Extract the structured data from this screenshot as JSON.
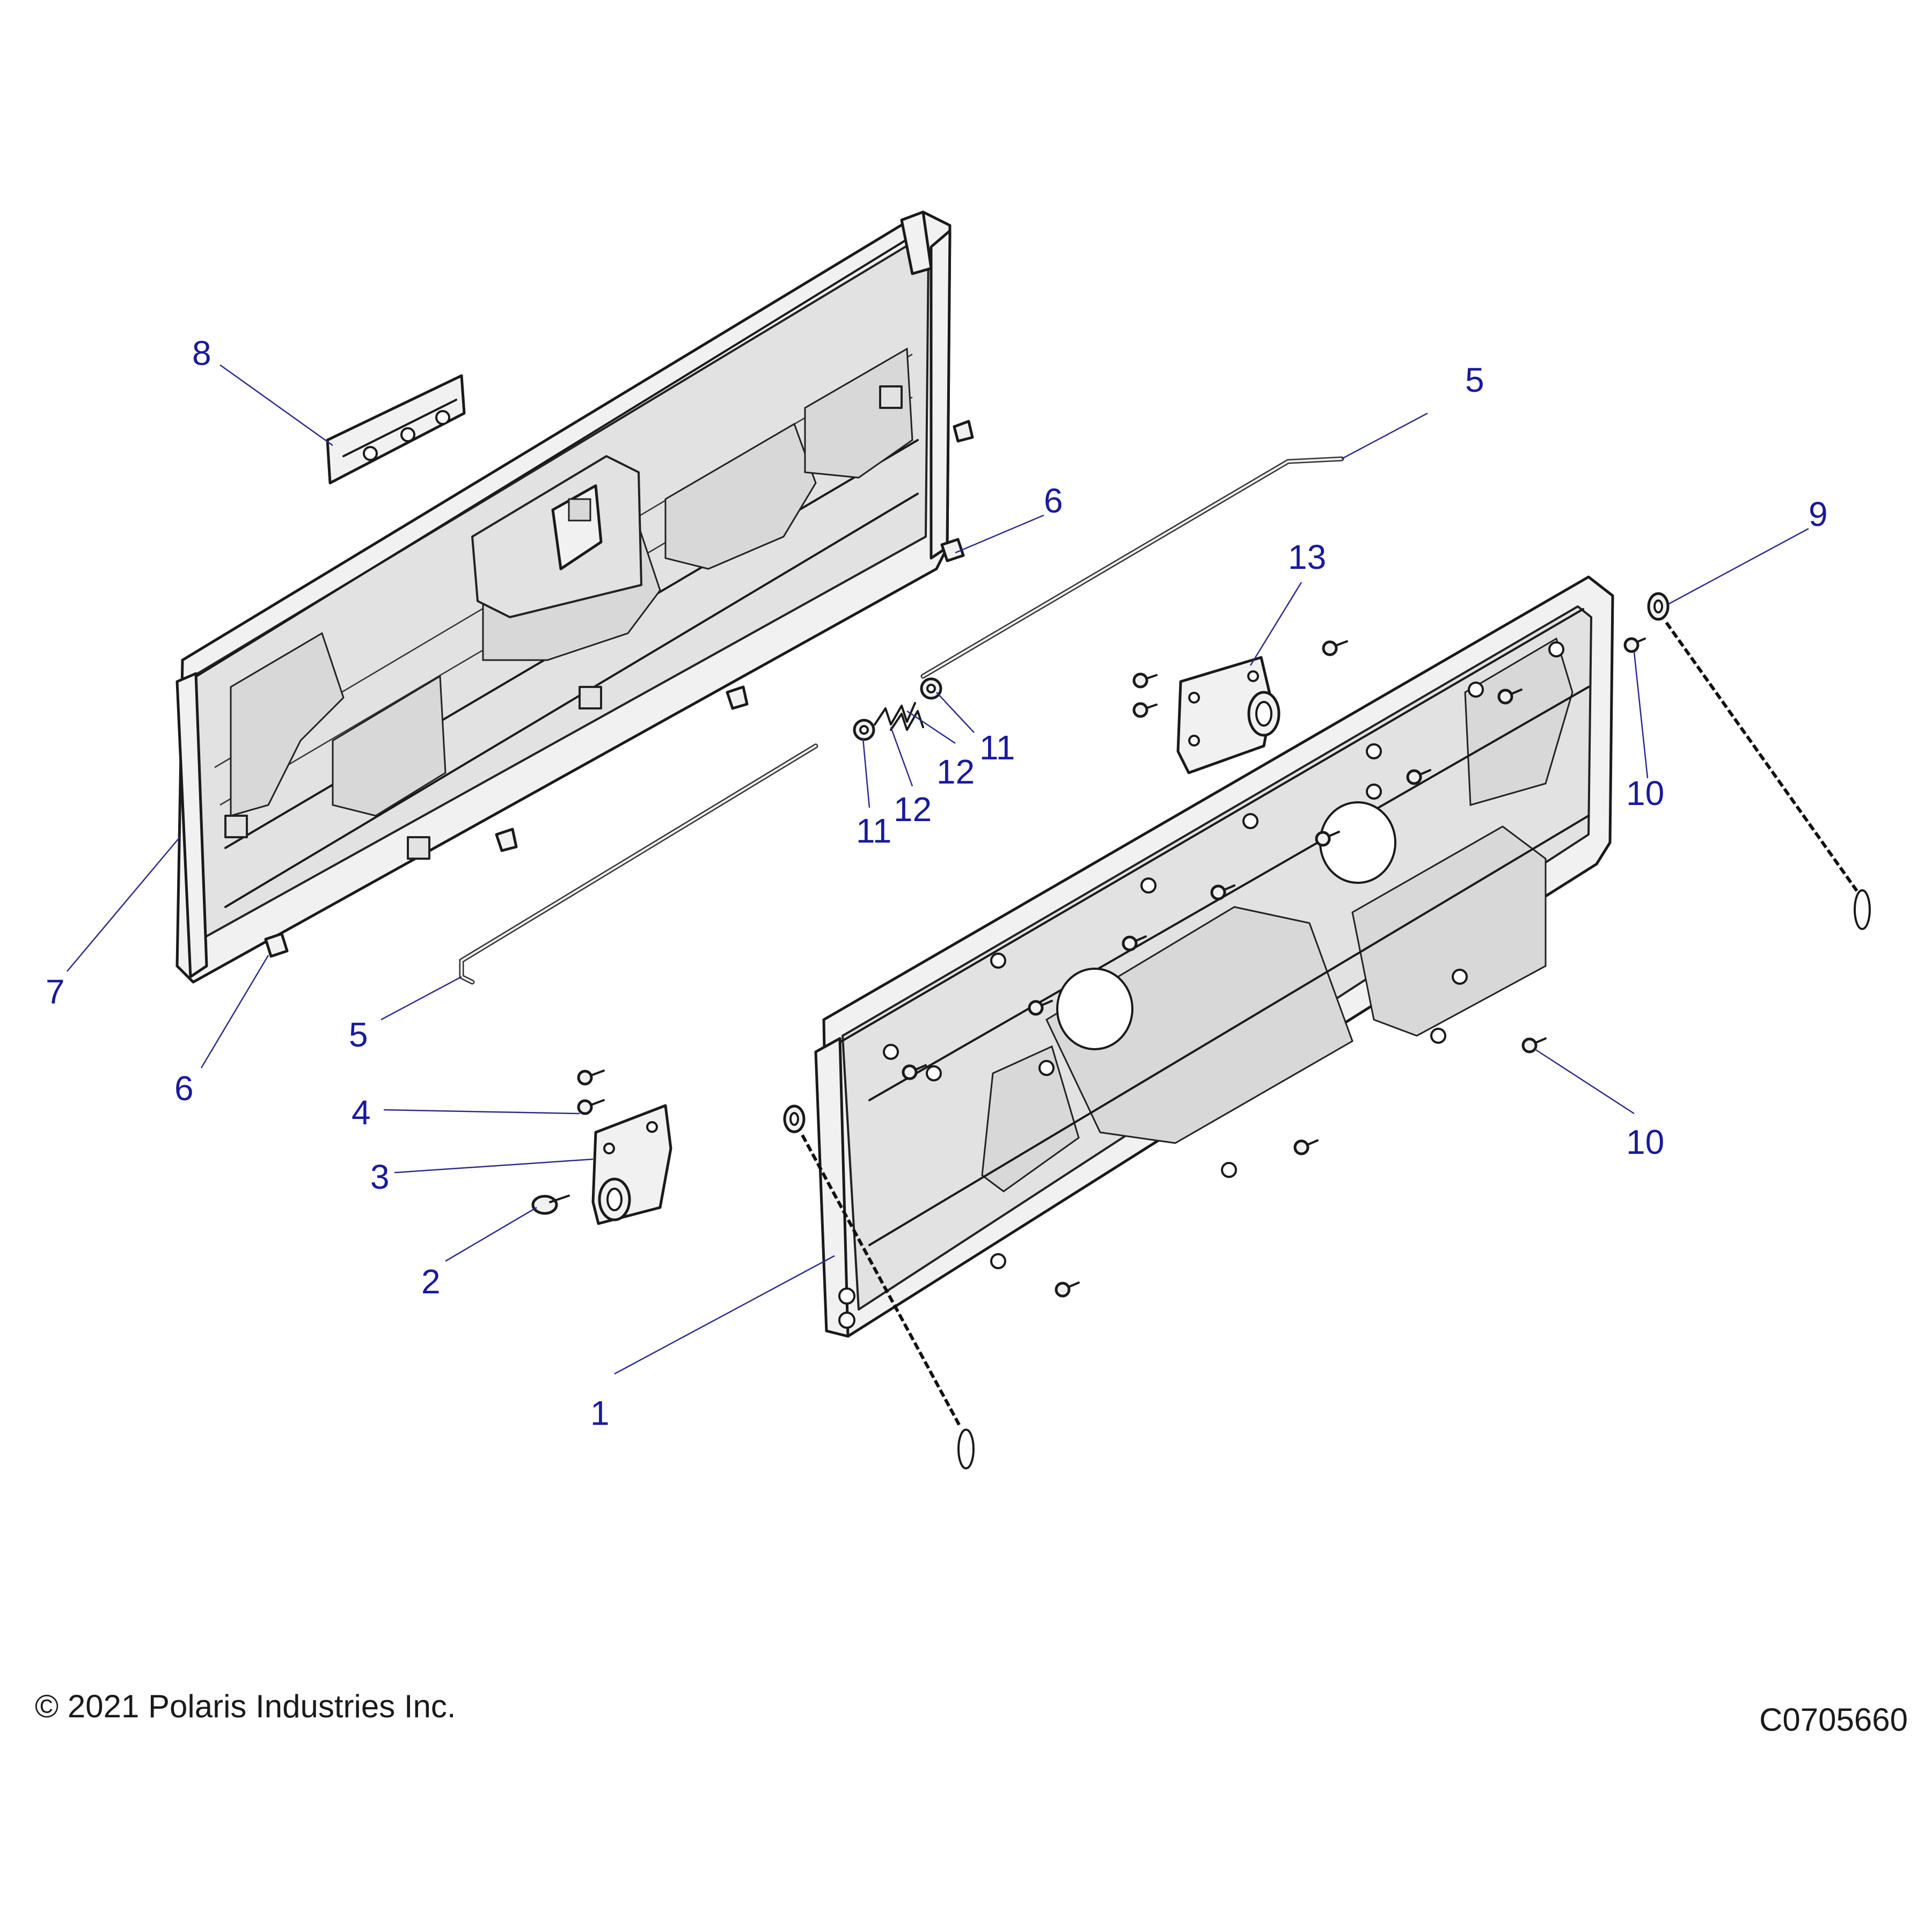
{
  "callouts": {
    "c1": "1",
    "c2": "2",
    "c3": "3",
    "c4": "4",
    "c5a": "5",
    "c5b": "5",
    "c6a": "6",
    "c6b": "6",
    "c7": "7",
    "c8": "8",
    "c9": "9",
    "c10a": "10",
    "c10b": "10",
    "c11a": "11",
    "c11b": "11",
    "c12a": "12",
    "c12b": "12",
    "c13": "13"
  },
  "footer": {
    "copyright": "© 2021 Polaris Industries Inc.",
    "drawing_number": "C0705660"
  }
}
